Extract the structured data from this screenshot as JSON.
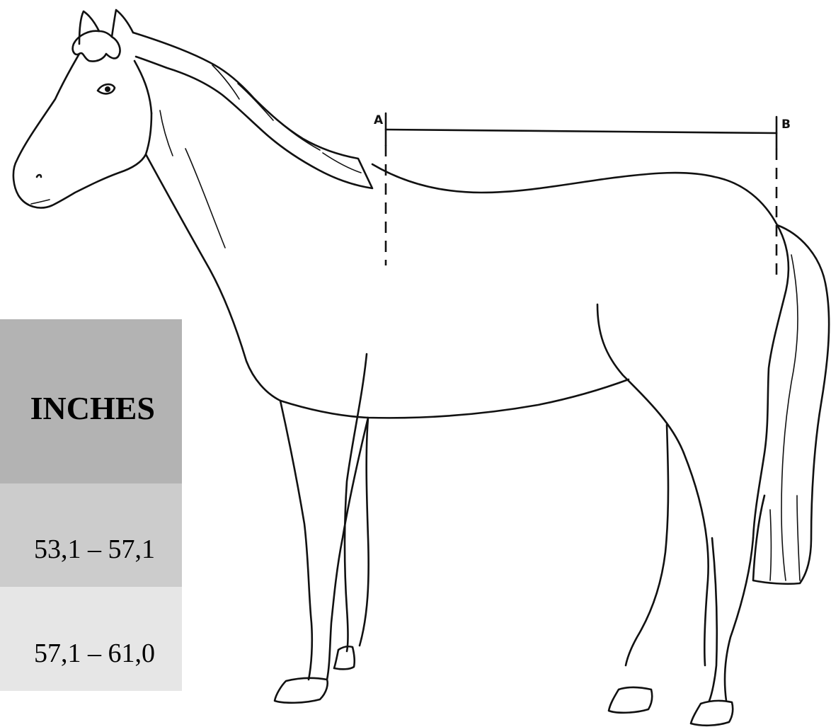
{
  "diagram": {
    "marker_a": "A",
    "marker_b": "B"
  },
  "table": {
    "header": "INCHES",
    "rows": [
      "53,1 – 57,1",
      "57,1 – 61,0"
    ],
    "colors": {
      "header_bg": "#b3b3b3",
      "row1_bg": "#cccccc",
      "row2_bg": "#e6e6e6"
    }
  }
}
